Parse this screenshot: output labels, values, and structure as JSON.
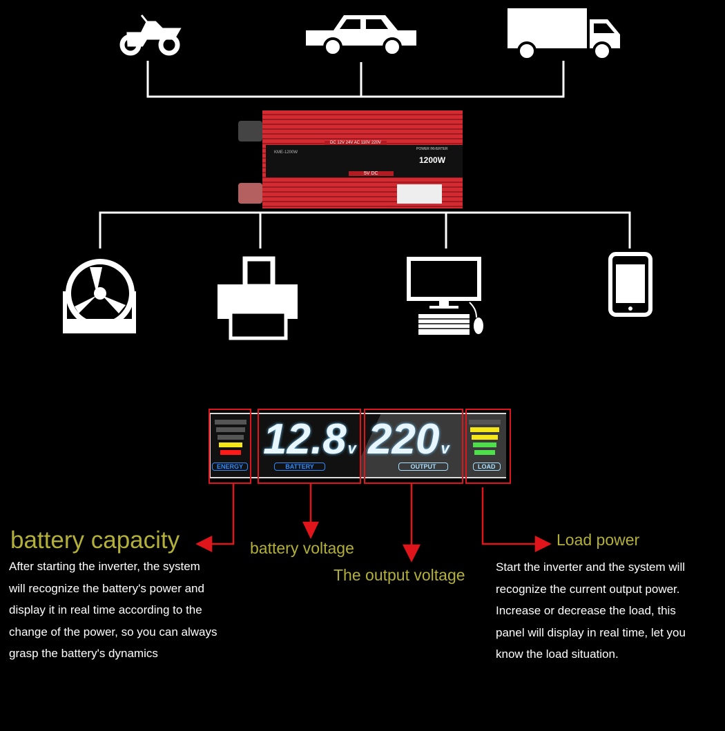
{
  "top_vehicles": [
    "motorcycle-icon",
    "car-icon",
    "truck-icon"
  ],
  "bottom_devices": [
    "fan-icon",
    "printer-icon",
    "computer-icon",
    "smartphone-icon"
  ],
  "inverter": {
    "model": "KME-1200W",
    "title": "POWER INVERTER",
    "power": "1200W",
    "usb": "5V DC",
    "selector": "DC 12V 24V AC 110V 220V"
  },
  "lcd": {
    "battery_value": "12.8",
    "battery_unit": "v",
    "output_value": "220",
    "output_unit": "v",
    "energy_tag": "ENERGY",
    "battery_tag": "BATTERY",
    "output_tag": "OUTPUT",
    "load_tag": "LOAD",
    "energy_level_bars": 2,
    "energy_total_bars": 5,
    "load_level_bars": 4,
    "load_total_bars": 5
  },
  "labels": {
    "battery_capacity": "battery capacity",
    "battery_voltage": "battery voltage",
    "output_voltage": "The output voltage",
    "load_power": "Load power"
  },
  "descriptions": {
    "battery_capacity": [
      "After starting the inverter, the system",
      "will recognize the battery's power and",
      "display it in real time according to the",
      "change of the power, so you can always",
      "grasp the battery's dynamics"
    ],
    "load_power": [
      "Start the inverter and the system will",
      "recognize the current output power.",
      "Increase or decrease the load, this",
      "panel will display in real time, let you",
      "know the load situation."
    ]
  },
  "colors": {
    "label": "#b3b03a",
    "arrow": "#e0141b",
    "inverter": "#c8202a",
    "lcd_digits": "#e8f6ff"
  }
}
